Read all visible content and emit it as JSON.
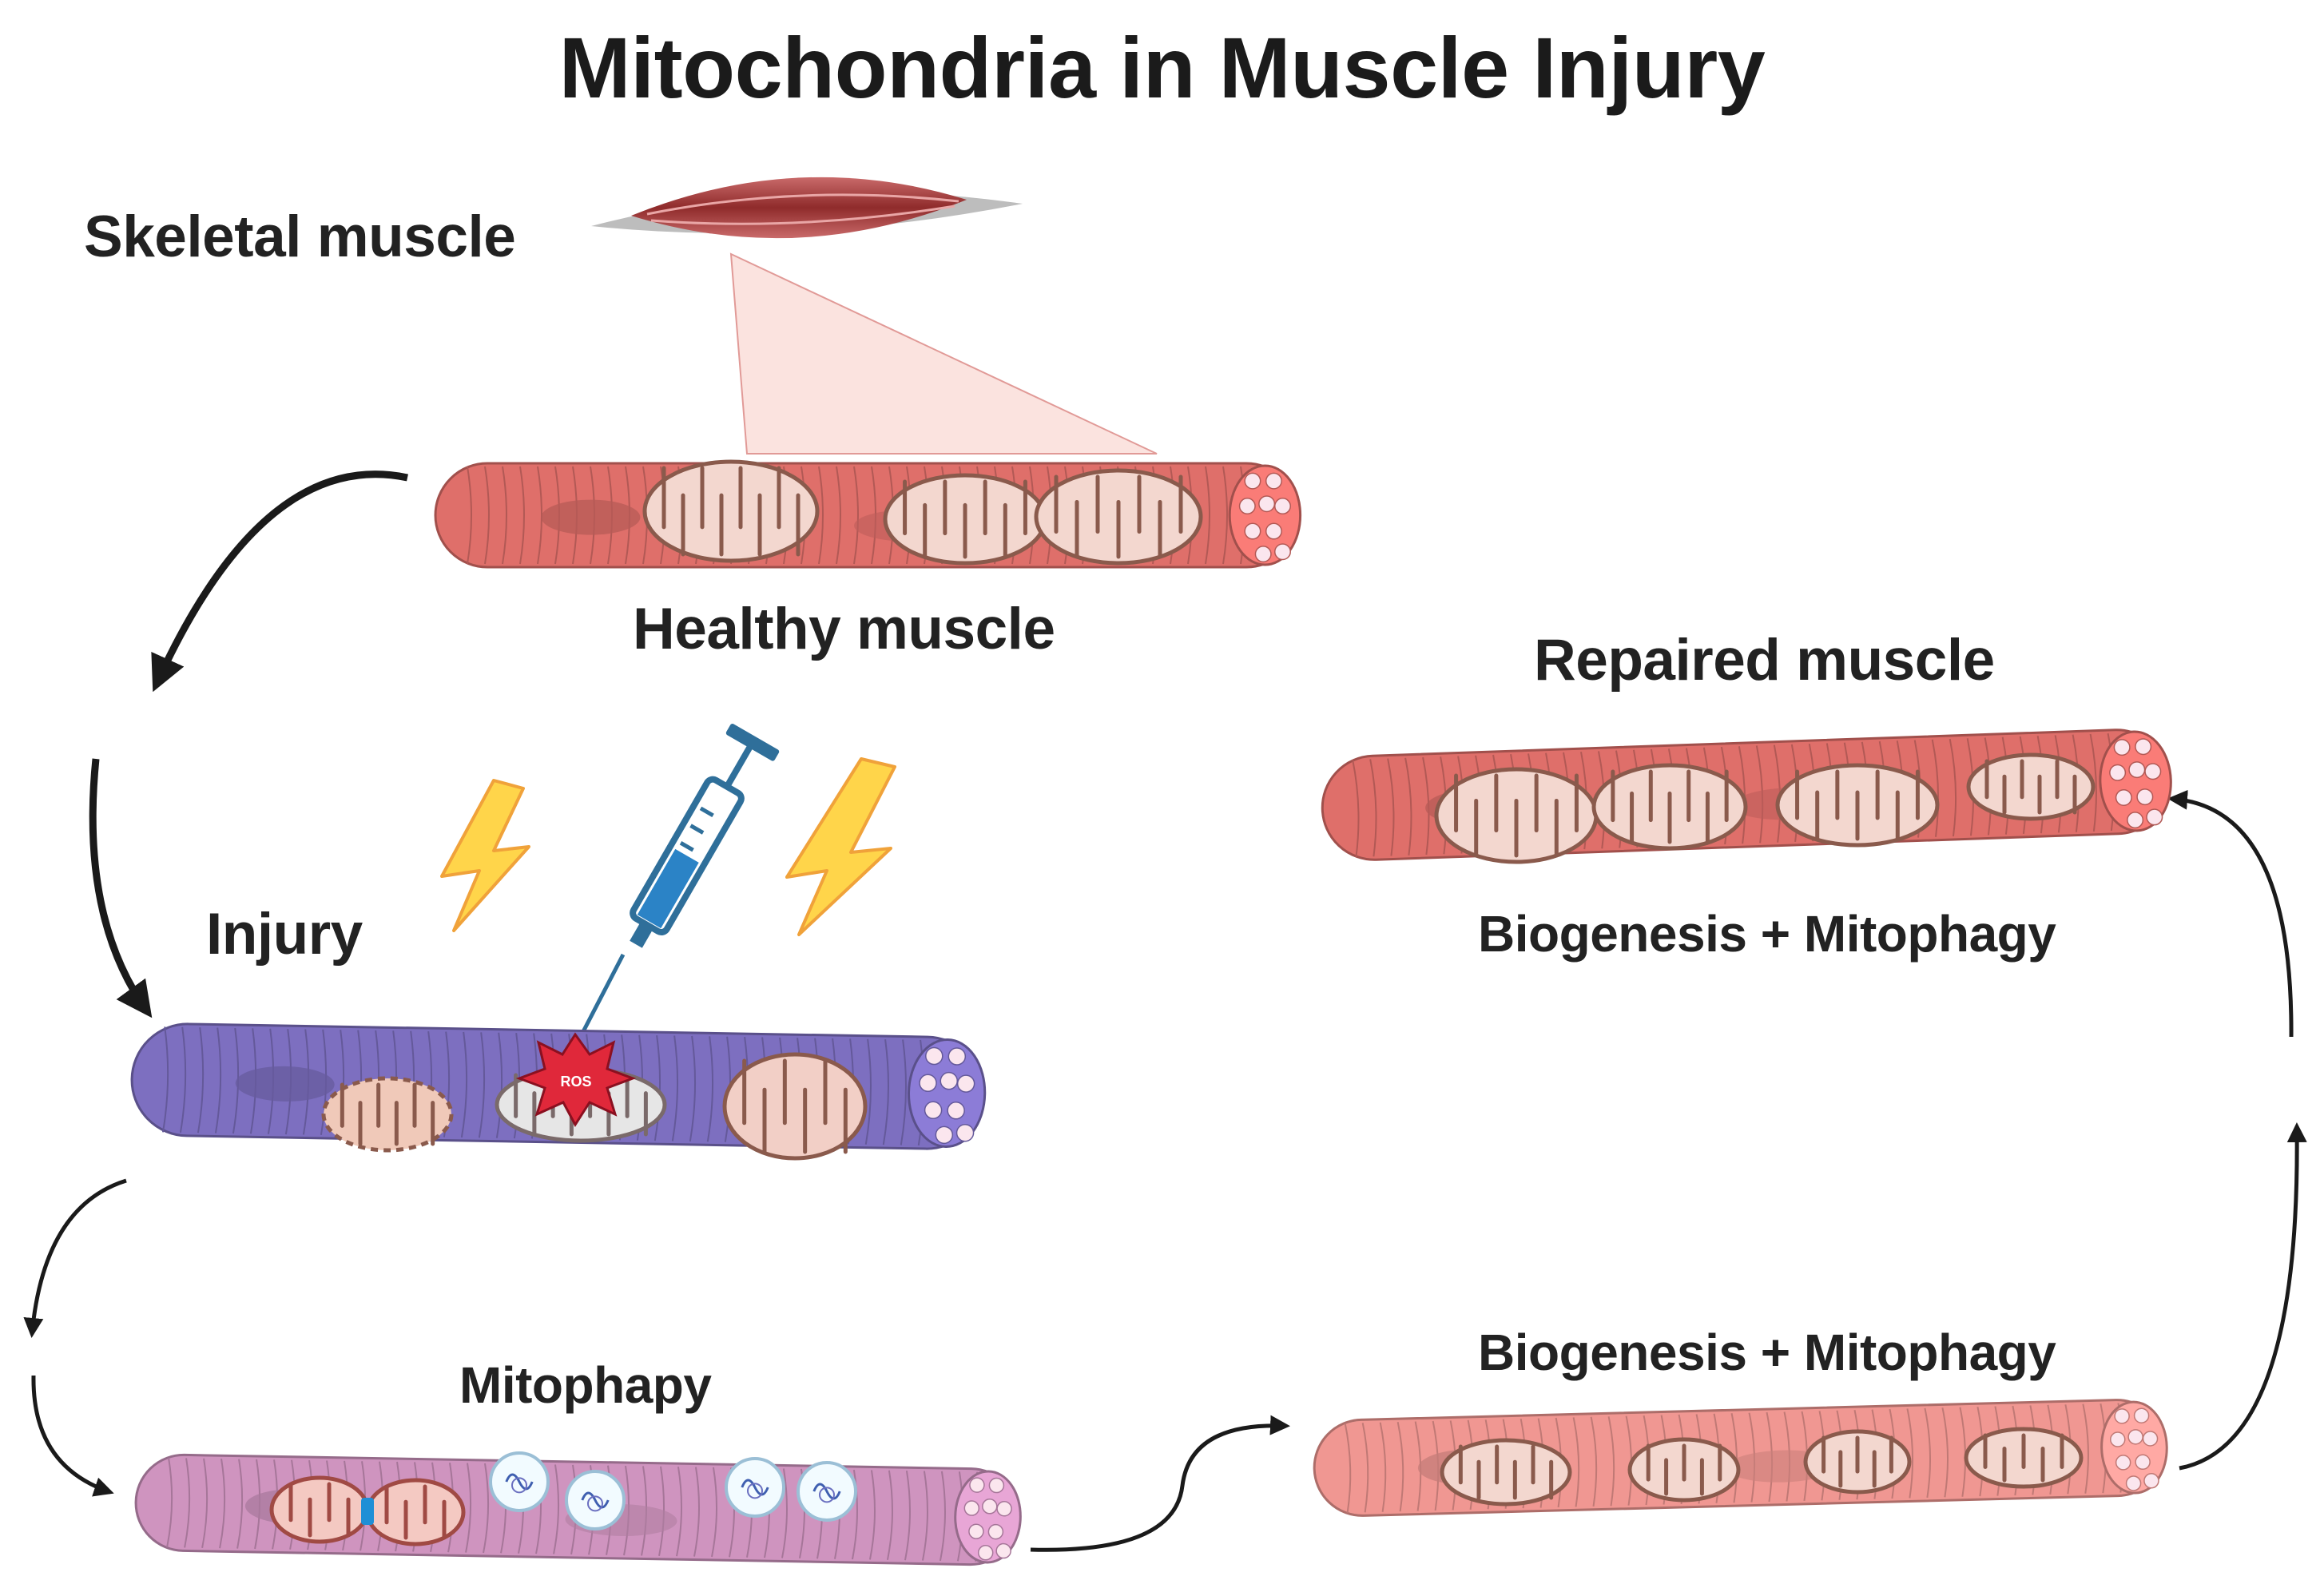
{
  "title": "Mitochondria in Muscle Injury",
  "labels": {
    "skeletal": "Skeletal muscle",
    "healthy": "Healthy muscle",
    "injury": "Injury",
    "mitophapy": "Mitophapy",
    "repaired": "Repaired muscle",
    "biogenesis_top": "Biogenesis + Mitophagy",
    "biogenesis_bottom": "Biogenesis + Mitophagy",
    "ros": "ROS"
  },
  "colors": {
    "healthy_fiber": "#df6f6a",
    "injured_fiber": "#7d6fc0",
    "mitophagy_fiber": "#cf94bf",
    "recovering_fiber": "#f09792",
    "mito_fill": "#f3d7cf",
    "mito_outline": "#8a5a4c",
    "bolt": "#ffd54a",
    "syringe": "#2f6f9a",
    "arrow": "#1a1a1a"
  }
}
